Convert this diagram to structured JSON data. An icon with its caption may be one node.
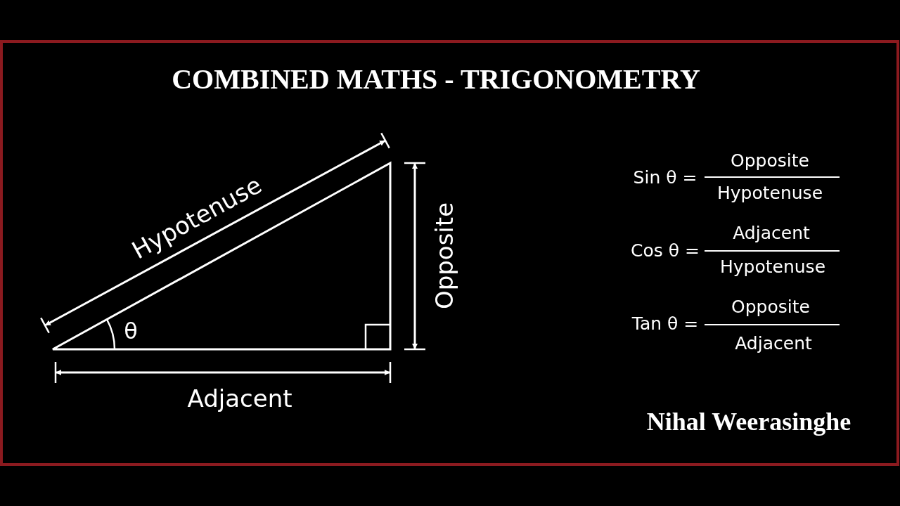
{
  "diagram": {
    "title": "COMBINED MATHS - TRIGONOMETRY",
    "labels": [
      "Hypotenuse",
      "Opposite",
      "θ",
      "Adjacent",
      "Sin θ =",
      "Opposite",
      "Hypotenuse",
      "Cos θ =",
      "Adjacent",
      "Hypotenuse",
      "Tan θ =",
      "Opposite",
      "Adjacent",
      "Nihal Weerasinghe"
    ]
  }
}
